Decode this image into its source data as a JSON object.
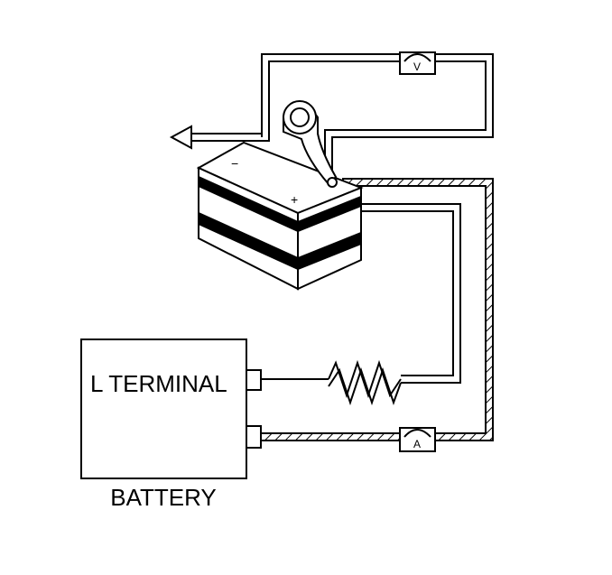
{
  "labels": {
    "l_terminal": "L TERMINAL",
    "battery": "BATTERY",
    "voltmeter": "V",
    "ammeter": "A",
    "negative_terminal": "−",
    "positive_terminal": "+"
  },
  "colors": {
    "ink": "#000000",
    "paper": "#ffffff"
  }
}
